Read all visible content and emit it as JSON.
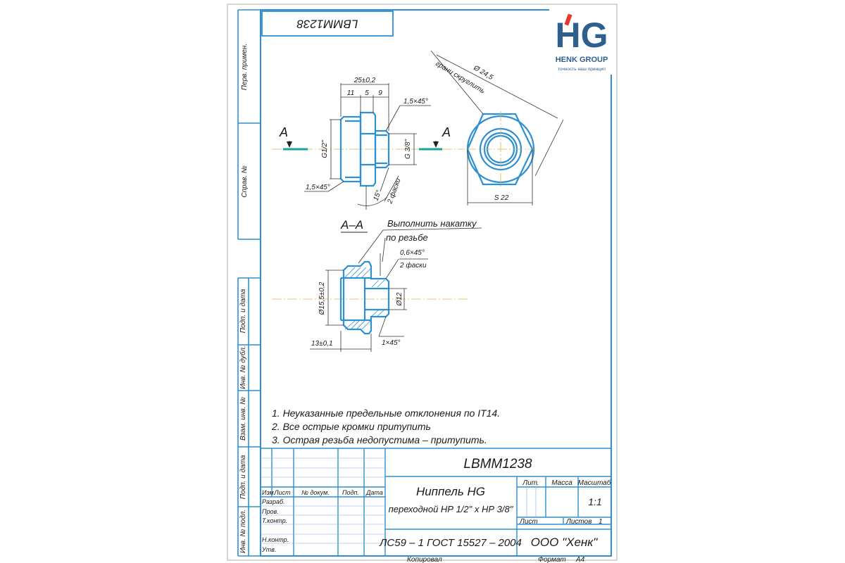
{
  "drawing_code": "LBMM1238",
  "logo": {
    "mark": "HG",
    "name": "HENK GROUP",
    "tagline": "точность наш принцип",
    "mark_color": "#2f5f8f",
    "accent_color": "#e23b2e"
  },
  "side_labels": {
    "perv_primen": "Перв. примен.",
    "sprav": "Справ. №",
    "podp_data_1": "Подп. и дата",
    "inv_dubl": "Инв. № дубл.",
    "vzam_inv": "Взам. инв. №",
    "podp_data_2": "Подп. и дата",
    "inv_podl": "Инв. № подл."
  },
  "section_title": "А–А",
  "section_marker": "А",
  "dims": {
    "d_25": "25±0,2",
    "d_11": "11",
    "d_5": "5",
    "d_9": "9",
    "chamfer_top": "1,5×45°",
    "g12": "G1/2\"",
    "g38": "G 3/8\"",
    "chamfer_bot": "1,5×45°",
    "ang15": "15°",
    "two_chamfers": "2 фаски",
    "dia245": "Ø 24,5",
    "edges_round": "грани скруглить",
    "s22": "S 22",
    "knurl": "Выполнить накатку",
    "knurl2": "по резьбе",
    "ch06": "0,6×45°",
    "two_ch2": "2 фаски",
    "dia155": "Ø15,5±0,2",
    "dia12": "Ø12",
    "d13": "13±0,1",
    "ch1": "1×45°"
  },
  "notes": [
    "1. Неуказанные предельные отклонения по IT14.",
    "2. Все острые кромки притупить",
    "3. Острая резьба недопустима – притупить."
  ],
  "title_block": {
    "code": "LBMM1238",
    "name_line1": "Ниппель HG",
    "name_line2": "переходной НР 1/2\" х НР 3/8\"",
    "material": "ЛС59 – 1 ГОСТ 15527 – 2004",
    "company": "ООО \"Хенк\"",
    "col_izm": "Изм.",
    "col_list": "Лист",
    "col_dokum": "№ докум.",
    "col_podp": "Подп.",
    "col_data": "Дата",
    "lit": "Лит.",
    "massa": "Масса",
    "masshtab": "Масштаб",
    "scale_value": "1:1",
    "list_label": "Лист",
    "listov_label": "Листов",
    "listov_value": "1",
    "razrab": "Разраб.",
    "prov": "Пров.",
    "tkontr": "Т.контр.",
    "nkontr": "Н.контр.",
    "utv": "Утв.",
    "kopiroval": "Копировал",
    "format_label": "Формат",
    "format_value": "А4"
  }
}
